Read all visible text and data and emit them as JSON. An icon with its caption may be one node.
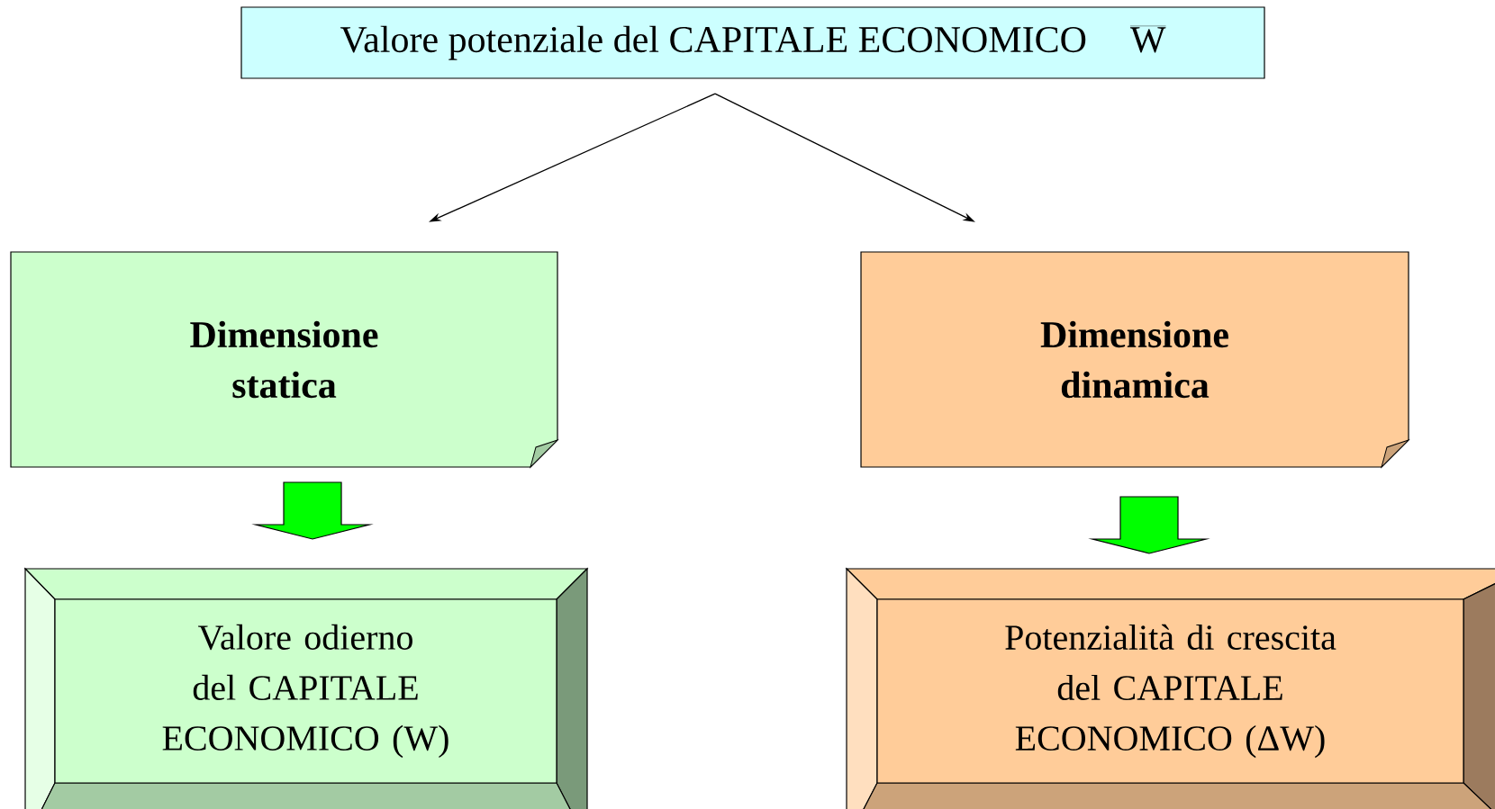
{
  "diagram": {
    "nodes": [
      {
        "text": [
          "Valore potenziale del CAPITALE ECONOMICO",
          "W"
        ]
      },
      {
        "text": [
          "Dimensione statica"
        ]
      },
      {
        "text": [
          "Dimensione dinamica"
        ]
      },
      {
        "text": [
          "Valore odierno del CAPITALE ECONOMICO (W)"
        ]
      },
      {
        "text": [
          "Potenzialità di crescita del CAPITALE ECONOMICO (ΔW)"
        ]
      }
    ],
    "edges": [
      {
        "from": 0,
        "to": 1,
        "arrow": "to"
      },
      {
        "from": 0,
        "to": 2,
        "arrow": "to"
      },
      {
        "from": 1,
        "to": 3,
        "arrow": "to",
        "style": "thick",
        "color": "#00ff00"
      },
      {
        "from": 2,
        "to": 4,
        "arrow": "to",
        "style": "thick",
        "color": "#00ff00"
      }
    ]
  }
}
